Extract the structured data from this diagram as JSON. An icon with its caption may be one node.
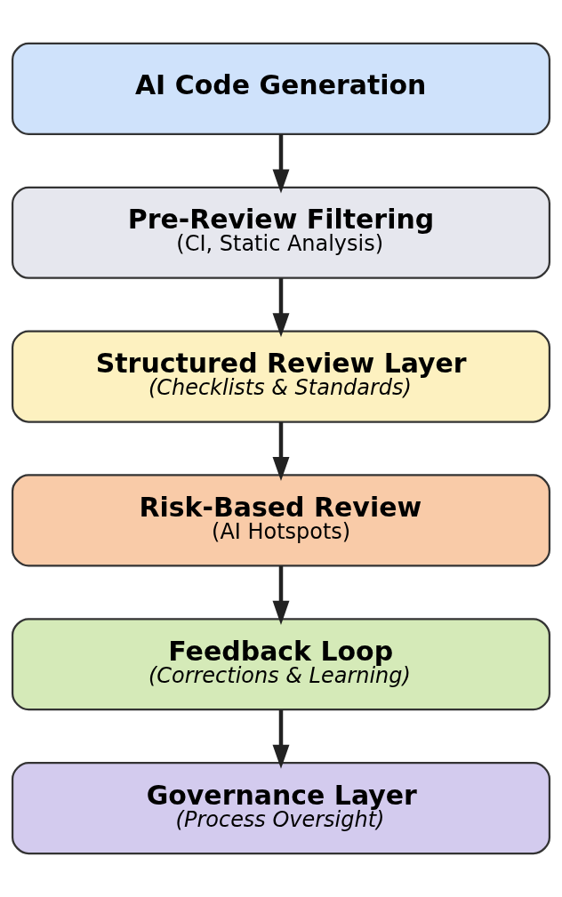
{
  "diagram": {
    "nodes": [
      {
        "text": [
          "AI Code Generation"
        ]
      },
      {
        "text": [
          "Pre-Review Filtering",
          "(CI, Static Analysis)"
        ]
      },
      {
        "text": [
          "Structured Review Layer",
          "(Checklists & Standards)"
        ]
      },
      {
        "text": [
          "Risk-Based Review",
          "(AI Hotspots)"
        ]
      },
      {
        "text": [
          "Feedback Loop",
          "(Corrections & Learning)"
        ]
      },
      {
        "text": [
          "Governance Layer",
          "(Process Oversight)"
        ]
      }
    ],
    "edges": [
      {
        "from": 0,
        "to": 1,
        "arrow": "to"
      },
      {
        "from": 1,
        "to": 2,
        "arrow": "to"
      },
      {
        "from": 2,
        "to": 3,
        "arrow": "to"
      },
      {
        "from": 3,
        "to": 4,
        "arrow": "to"
      },
      {
        "from": 4,
        "to": 5,
        "arrow": "to"
      }
    ]
  }
}
